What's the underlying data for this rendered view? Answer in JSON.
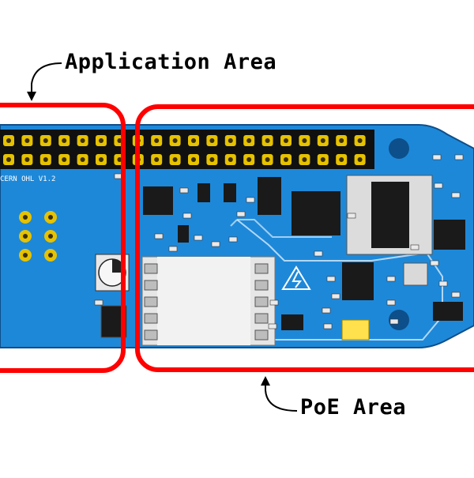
{
  "annotations": {
    "application_area": "Application Area",
    "poe_area": "PoE Area"
  },
  "board": {
    "silkscreen_license": "CERN OHL V1.2"
  },
  "colors": {
    "pcb": "#1e88d8",
    "pcb_dark": "#1265ad",
    "highlight_box": "#ff0000",
    "pin_gold": "#e6c200",
    "chip_black": "#1a1a1a",
    "transformer_white": "#f2f2f2",
    "led_yellow": "#ffe14d",
    "background": "#ffffff"
  },
  "icons": {
    "high_voltage": "high-voltage-warning-triangle"
  }
}
